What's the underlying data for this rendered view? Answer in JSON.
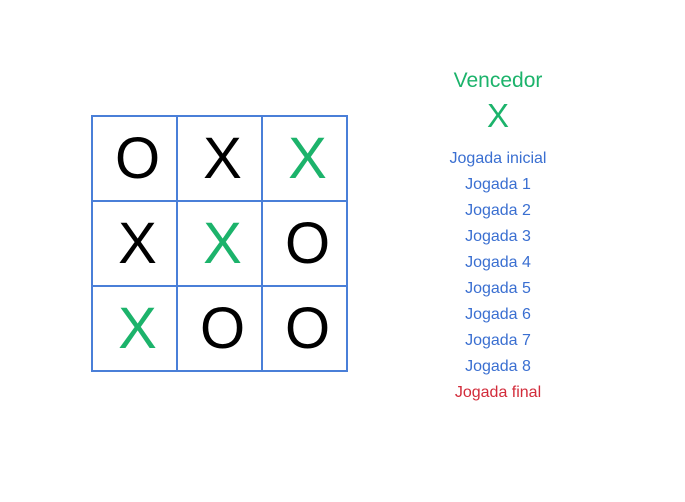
{
  "board": {
    "cells": [
      {
        "mark": "O",
        "winning": false
      },
      {
        "mark": "X",
        "winning": false
      },
      {
        "mark": "X",
        "winning": true
      },
      {
        "mark": "X",
        "winning": false
      },
      {
        "mark": "X",
        "winning": true
      },
      {
        "mark": "O",
        "winning": false
      },
      {
        "mark": "X",
        "winning": true
      },
      {
        "mark": "O",
        "winning": false
      },
      {
        "mark": "O",
        "winning": false
      }
    ]
  },
  "status": {
    "title": "Vencedor",
    "winner": "X"
  },
  "moves": [
    {
      "label": "Jogada inicial",
      "final": false
    },
    {
      "label": "Jogada 1",
      "final": false
    },
    {
      "label": "Jogada 2",
      "final": false
    },
    {
      "label": "Jogada 3",
      "final": false
    },
    {
      "label": "Jogada 4",
      "final": false
    },
    {
      "label": "Jogada 5",
      "final": false
    },
    {
      "label": "Jogada 6",
      "final": false
    },
    {
      "label": "Jogada 7",
      "final": false
    },
    {
      "label": "Jogada 8",
      "final": false
    },
    {
      "label": "Jogada final",
      "final": true
    }
  ],
  "colors": {
    "grid": "#4a7fd8",
    "winning_mark": "#1cb36b",
    "mark": "#000000",
    "move_link": "#3a6fd1",
    "current_move": "#d22b3a"
  }
}
